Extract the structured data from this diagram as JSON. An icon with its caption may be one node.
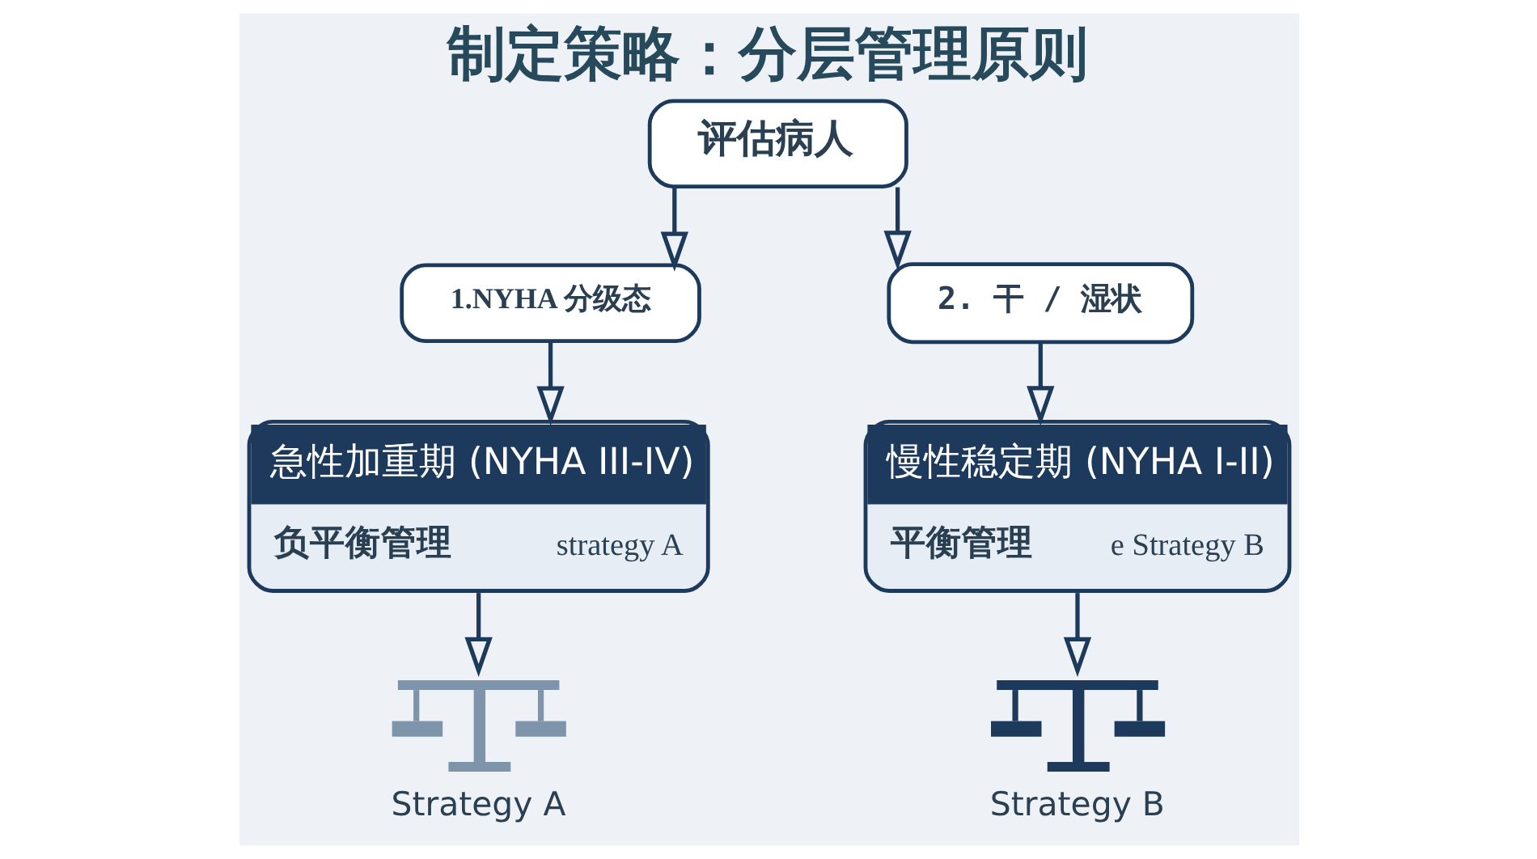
{
  "diagram": {
    "title": "制定策略：分层管理原则",
    "nodes": [
      {
        "text": [
          "评估病人"
        ]
      },
      {
        "text": [
          "1.NYHA 分级态"
        ]
      },
      {
        "text": [
          "2. 干 / 湿状"
        ]
      },
      {
        "text": [
          "急性加重期 (NYHA III-IV)",
          "负平衡管理",
          "strategy A"
        ]
      },
      {
        "text": [
          "慢性稳定期 (NYHA I-II)",
          "平衡管理",
          "e Strategy B"
        ]
      },
      {
        "text": [],
        "shape": "picture",
        "beside": [
          "Strategy A"
        ]
      },
      {
        "text": [],
        "shape": "picture",
        "beside": [
          "Strategy B"
        ]
      }
    ],
    "edges": [
      {
        "from": 0,
        "to": 1,
        "arrow": "to"
      },
      {
        "from": 0,
        "to": 2,
        "arrow": "to"
      },
      {
        "from": 1,
        "to": 3,
        "arrow": "to"
      },
      {
        "from": 2,
        "to": 4,
        "arrow": "to"
      },
      {
        "from": 3,
        "to": 5,
        "arrow": "to"
      },
      {
        "from": 4,
        "to": 6,
        "arrow": "to"
      }
    ]
  }
}
